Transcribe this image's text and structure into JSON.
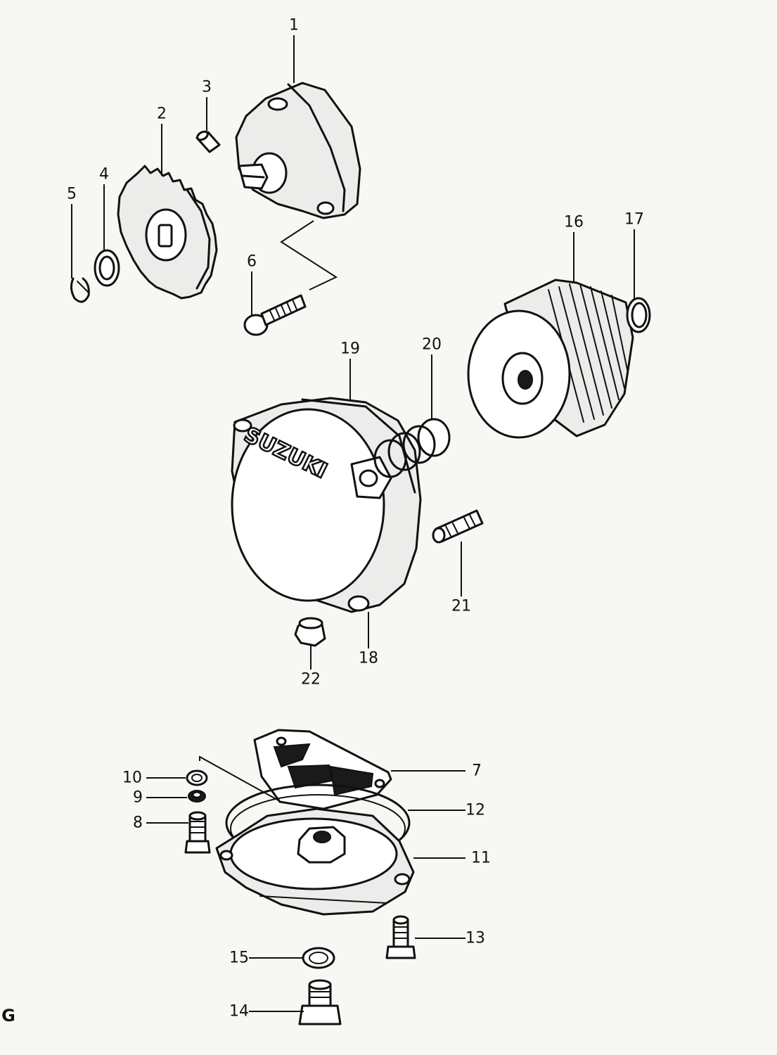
{
  "diagram": {
    "brand_text": "SUZUKI",
    "page_mark": "G",
    "parts": [
      {
        "id": "part-1",
        "number": "1"
      },
      {
        "id": "part-2",
        "number": "2"
      },
      {
        "id": "part-3",
        "number": "3"
      },
      {
        "id": "part-4",
        "number": "4"
      },
      {
        "id": "part-5",
        "number": "5"
      },
      {
        "id": "part-6",
        "number": "6"
      },
      {
        "id": "part-7",
        "number": "7"
      },
      {
        "id": "part-8",
        "number": "8"
      },
      {
        "id": "part-9",
        "number": "9"
      },
      {
        "id": "part-10",
        "number": "10"
      },
      {
        "id": "part-11",
        "number": "11"
      },
      {
        "id": "part-12",
        "number": "12"
      },
      {
        "id": "part-13",
        "number": "13"
      },
      {
        "id": "part-14",
        "number": "14"
      },
      {
        "id": "part-15",
        "number": "15"
      },
      {
        "id": "part-16",
        "number": "16"
      },
      {
        "id": "part-17",
        "number": "17"
      },
      {
        "id": "part-18",
        "number": "18"
      },
      {
        "id": "part-19",
        "number": "19"
      },
      {
        "id": "part-20",
        "number": "20"
      },
      {
        "id": "part-21",
        "number": "21"
      },
      {
        "id": "part-22",
        "number": "22"
      }
    ]
  }
}
